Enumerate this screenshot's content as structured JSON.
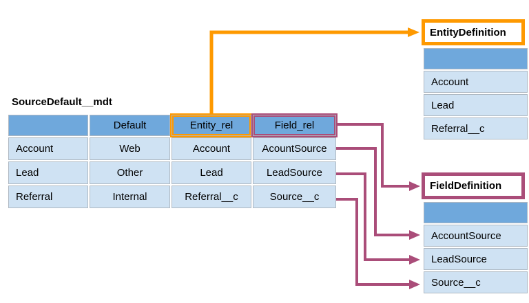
{
  "colors": {
    "background": "#ffffff",
    "header_blue": "#6fa8dc",
    "cell_blue": "#cfe2f3",
    "orange": "#fe9900",
    "pink": "#aa4d79",
    "text": "#000000"
  },
  "main_table": {
    "title": "SourceDefault__mdt",
    "headers": [
      "",
      "Default",
      "Entity_rel",
      "Field_rel"
    ],
    "rows": [
      [
        "Account",
        "Web",
        "Account",
        "AcountSource"
      ],
      [
        "Lead",
        "Other",
        "Lead",
        "LeadSource"
      ],
      [
        "Referral",
        "Internal",
        "Referral__c",
        "Source__c"
      ]
    ]
  },
  "entity_definition": {
    "title": "EntityDefinition",
    "header": "",
    "rows": [
      "Account",
      "Lead",
      "Referral__c"
    ]
  },
  "field_definition": {
    "title": "FieldDefinition",
    "header": "",
    "rows": [
      "AccountSource",
      "LeadSource",
      "Source__c"
    ]
  },
  "relationships": [
    {
      "from": "SourceDefault__mdt.Entity_rel",
      "to": "EntityDefinition",
      "color": "orange"
    },
    {
      "from": "SourceDefault__mdt.Field_rel",
      "to": "FieldDefinition",
      "color": "pink"
    },
    {
      "from": "SourceDefault__mdt.row.AcountSource",
      "to": "FieldDefinition.AccountSource",
      "color": "pink"
    },
    {
      "from": "SourceDefault__mdt.row.LeadSource",
      "to": "FieldDefinition.LeadSource",
      "color": "pink"
    },
    {
      "from": "SourceDefault__mdt.row.Source__c",
      "to": "FieldDefinition.Source__c",
      "color": "pink"
    }
  ]
}
